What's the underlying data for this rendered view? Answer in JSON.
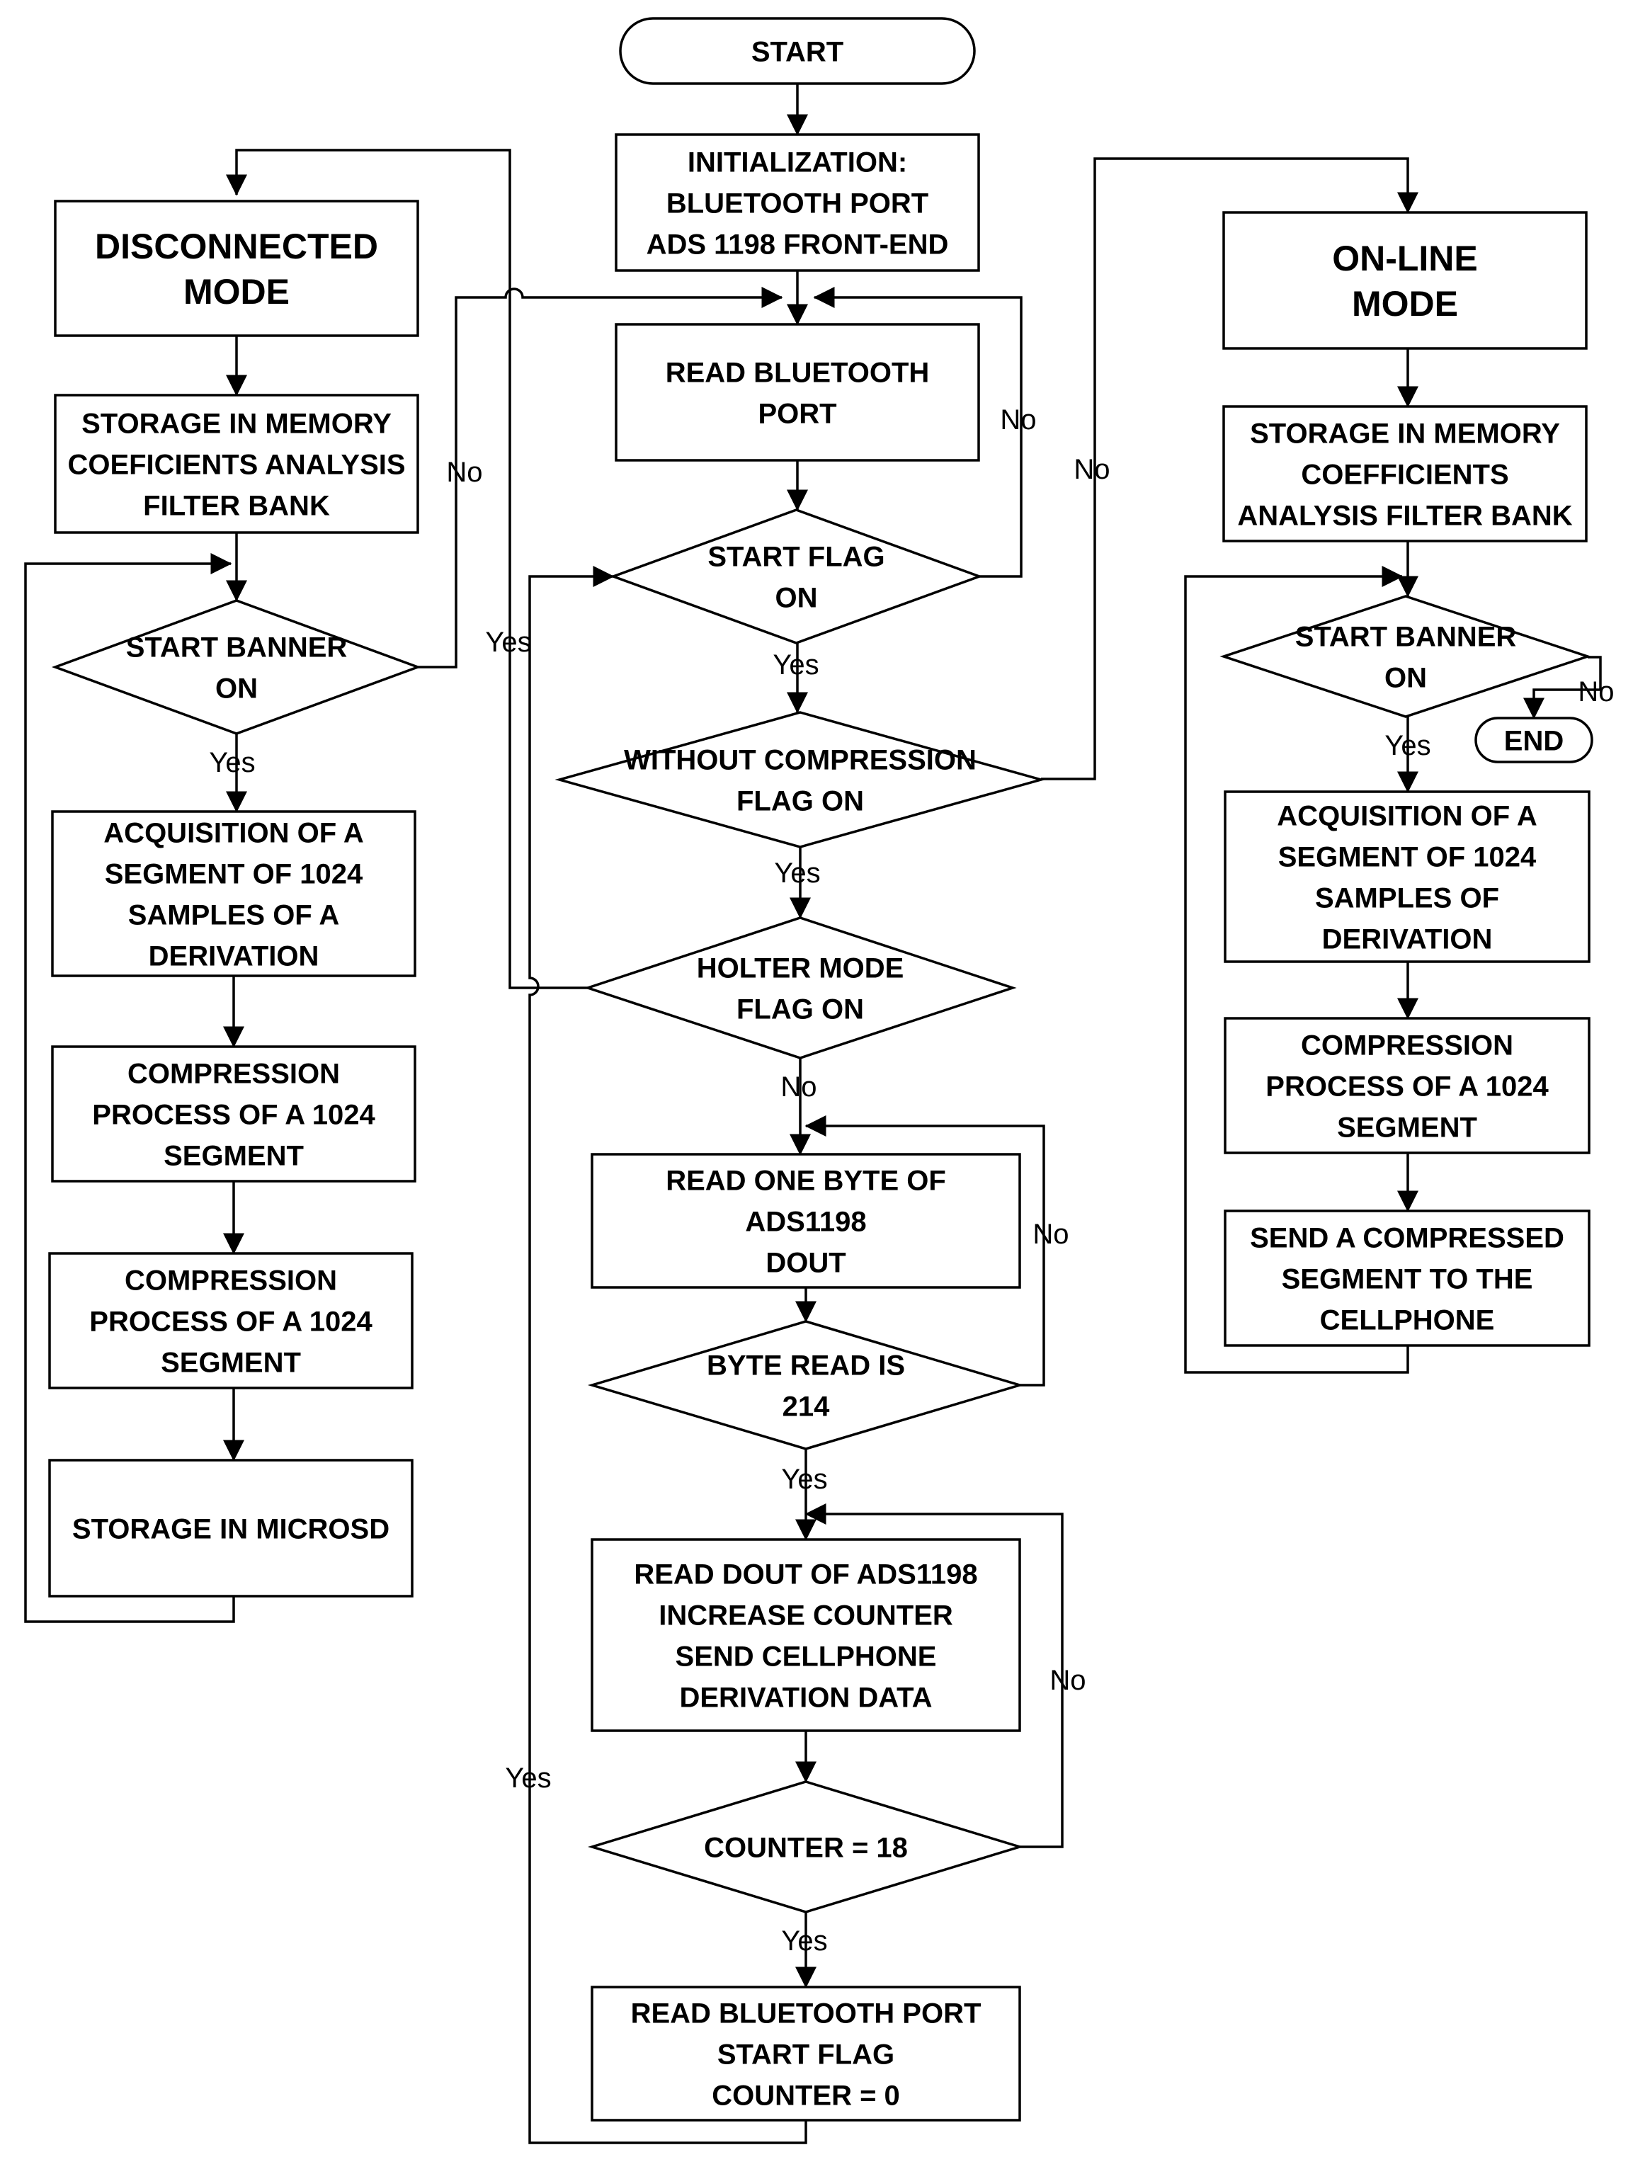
{
  "nodes": {
    "start": {
      "shape": "terminal",
      "lines": [
        "START"
      ]
    },
    "init": {
      "shape": "process",
      "lines": [
        "INITIALIZATION:",
        "BLUETOOTH PORT",
        "ADS 1198 FRONT-END"
      ]
    },
    "read_bt": {
      "shape": "process",
      "lines": [
        "READ BLUETOOTH",
        "PORT"
      ]
    },
    "start_flag": {
      "shape": "decision",
      "lines": [
        "START FLAG",
        "ON"
      ]
    },
    "without_comp": {
      "shape": "decision",
      "lines": [
        "WITHOUT COMPRESSION",
        "FLAG ON"
      ]
    },
    "holter": {
      "shape": "decision",
      "lines": [
        "HOLTER MODE",
        "FLAG ON"
      ]
    },
    "read_byte": {
      "shape": "process",
      "lines": [
        "READ ONE BYTE OF",
        "ADS1198",
        "DOUT"
      ]
    },
    "byte_214": {
      "shape": "decision",
      "lines": [
        "BYTE READ IS",
        "214"
      ]
    },
    "read_dout": {
      "shape": "process",
      "lines": [
        "READ DOUT OF ADS1198",
        "INCREASE COUNTER",
        "SEND CELLPHONE",
        "DERIVATION DATA"
      ]
    },
    "counter18": {
      "shape": "decision",
      "lines": [
        "COUNTER = 18"
      ]
    },
    "reset": {
      "shape": "process",
      "lines": [
        "READ BLUETOOTH PORT",
        "START FLAG",
        "COUNTER = 0"
      ]
    },
    "disc_mode": {
      "shape": "process",
      "lines": [
        "DISCONNECTED",
        "MODE"
      ],
      "large": true
    },
    "disc_store": {
      "shape": "process",
      "lines": [
        "STORAGE IN MEMORY",
        "COEFICIENTS ANALYSIS",
        "FILTER BANK"
      ]
    },
    "disc_banner": {
      "shape": "decision",
      "lines": [
        "START BANNER",
        "ON"
      ]
    },
    "disc_acq": {
      "shape": "process",
      "lines": [
        "ACQUISITION OF A",
        "SEGMENT OF 1024",
        "SAMPLES OF A",
        "DERIVATION"
      ]
    },
    "disc_comp1": {
      "shape": "process",
      "lines": [
        "COMPRESSION",
        "PROCESS OF A 1024",
        "SEGMENT"
      ]
    },
    "disc_comp2": {
      "shape": "process",
      "lines": [
        "COMPRESSION",
        "PROCESS OF A 1024",
        "SEGMENT"
      ]
    },
    "disc_sd": {
      "shape": "process",
      "lines": [
        "STORAGE IN MICROSD"
      ]
    },
    "on_mode": {
      "shape": "process",
      "lines": [
        "ON-LINE",
        "MODE"
      ],
      "large": true
    },
    "on_store": {
      "shape": "process",
      "lines": [
        "STORAGE IN MEMORY",
        "COEFFICIENTS",
        "ANALYSIS FILTER BANK"
      ]
    },
    "on_banner": {
      "shape": "decision",
      "lines": [
        "START BANNER",
        "ON"
      ]
    },
    "end": {
      "shape": "terminal",
      "lines": [
        "END"
      ]
    },
    "on_acq": {
      "shape": "process",
      "lines": [
        "ACQUISITION OF A",
        "SEGMENT OF 1024",
        "SAMPLES OF",
        "DERIVATION"
      ]
    },
    "on_comp": {
      "shape": "process",
      "lines": [
        "COMPRESSION",
        "PROCESS OF A 1024",
        "SEGMENT"
      ]
    },
    "on_send": {
      "shape": "process",
      "lines": [
        "SEND A COMPRESSED",
        "SEGMENT TO THE",
        "CELLPHONE"
      ]
    }
  },
  "edge_labels": {
    "start_flag_no": "No",
    "start_flag_yes": "Yes",
    "without_comp_yes": "Yes",
    "without_comp_no": "No",
    "holter_no": "No",
    "holter_yes": "Yes",
    "byte_no": "No",
    "byte_yes": "Yes",
    "counter_no": "No",
    "counter_yes": "Yes",
    "reset_yes": "Yes",
    "disc_banner_no": "No",
    "disc_banner_yes": "Yes",
    "on_banner_no": "No",
    "on_banner_yes": "Yes"
  }
}
